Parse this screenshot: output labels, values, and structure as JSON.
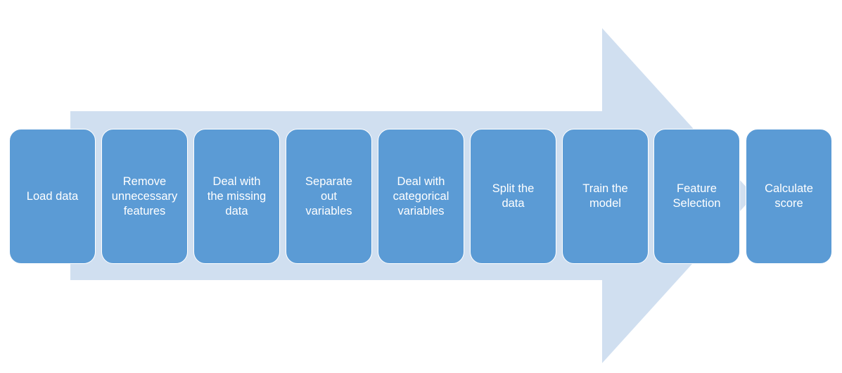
{
  "colors": {
    "arrow_fill": "#d0dff0",
    "box_fill": "#5b9bd5",
    "box_border": "#ffffff",
    "box_text": "#ffffff"
  },
  "steps": [
    {
      "label": "Load data"
    },
    {
      "label": "Remove\nunnecessary\nfeatures"
    },
    {
      "label": "Deal with\nthe missing\ndata"
    },
    {
      "label": "Separate\nout\nvariables"
    },
    {
      "label": "Deal with\ncategorical\nvariables"
    },
    {
      "label": "Split the\ndata"
    },
    {
      "label": "Train the\nmodel"
    },
    {
      "label": "Feature\nSelection"
    },
    {
      "label": "Calculate\nscore"
    }
  ]
}
